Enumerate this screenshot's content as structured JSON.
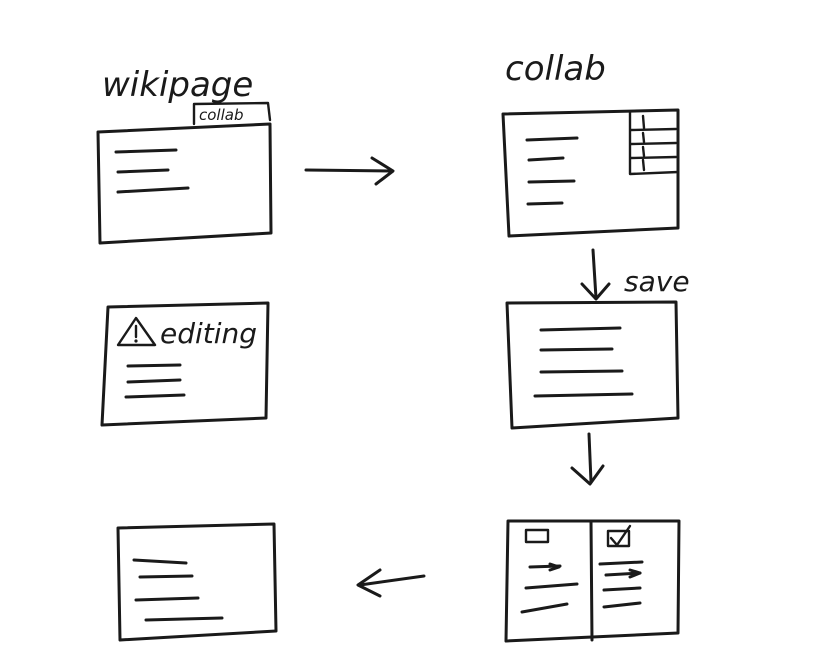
{
  "labels": {
    "wikipage": "wikipage",
    "collab_tab": "collab",
    "collab": "collab",
    "save": "save",
    "editing": "editing"
  },
  "colors": {
    "background": "#ffffff",
    "ink": "#1a1a1a"
  }
}
